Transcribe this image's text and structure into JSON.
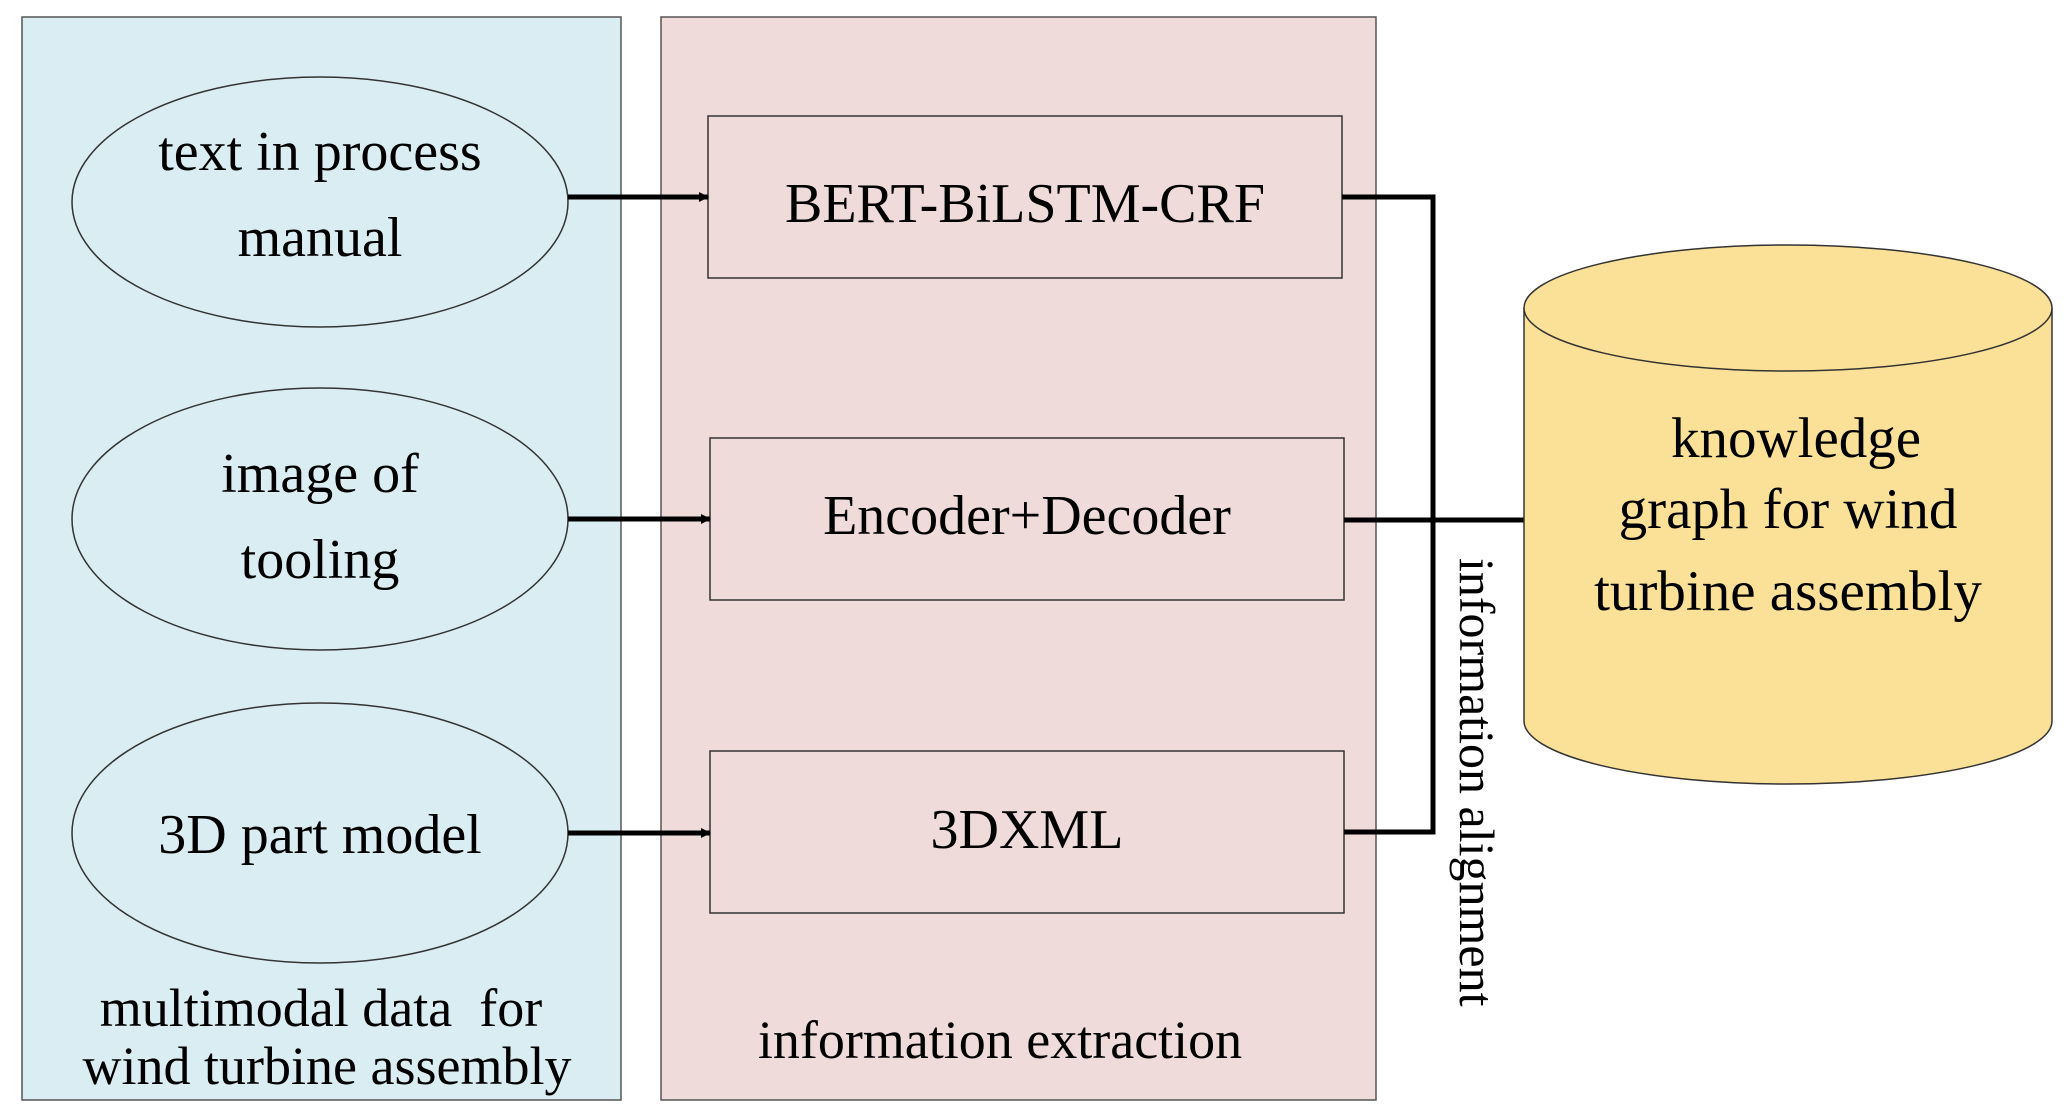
{
  "panels": {
    "left": {
      "caption": [
        "multimodal data  for",
        "wind turbine assembly"
      ]
    },
    "middle": {
      "caption": "information extraction"
    }
  },
  "inputs": [
    {
      "lines": [
        "text in process",
        "manual"
      ]
    },
    {
      "lines": [
        "image of",
        "tooling"
      ]
    },
    {
      "lines": [
        "3D part model"
      ]
    }
  ],
  "methods": [
    {
      "label": "BERT-BiLSTM-CRF"
    },
    {
      "label": "Encoder+Decoder"
    },
    {
      "label": "3DXML"
    }
  ],
  "alignment": {
    "label": "information alignment"
  },
  "knowledge_graph": {
    "lines": [
      "knowledge",
      "graph for wind",
      "turbine assembly"
    ]
  },
  "colors": {
    "left_panel": "#daedf3",
    "middle_panel": "#f0dbdb",
    "cylinder": "#fae197"
  }
}
